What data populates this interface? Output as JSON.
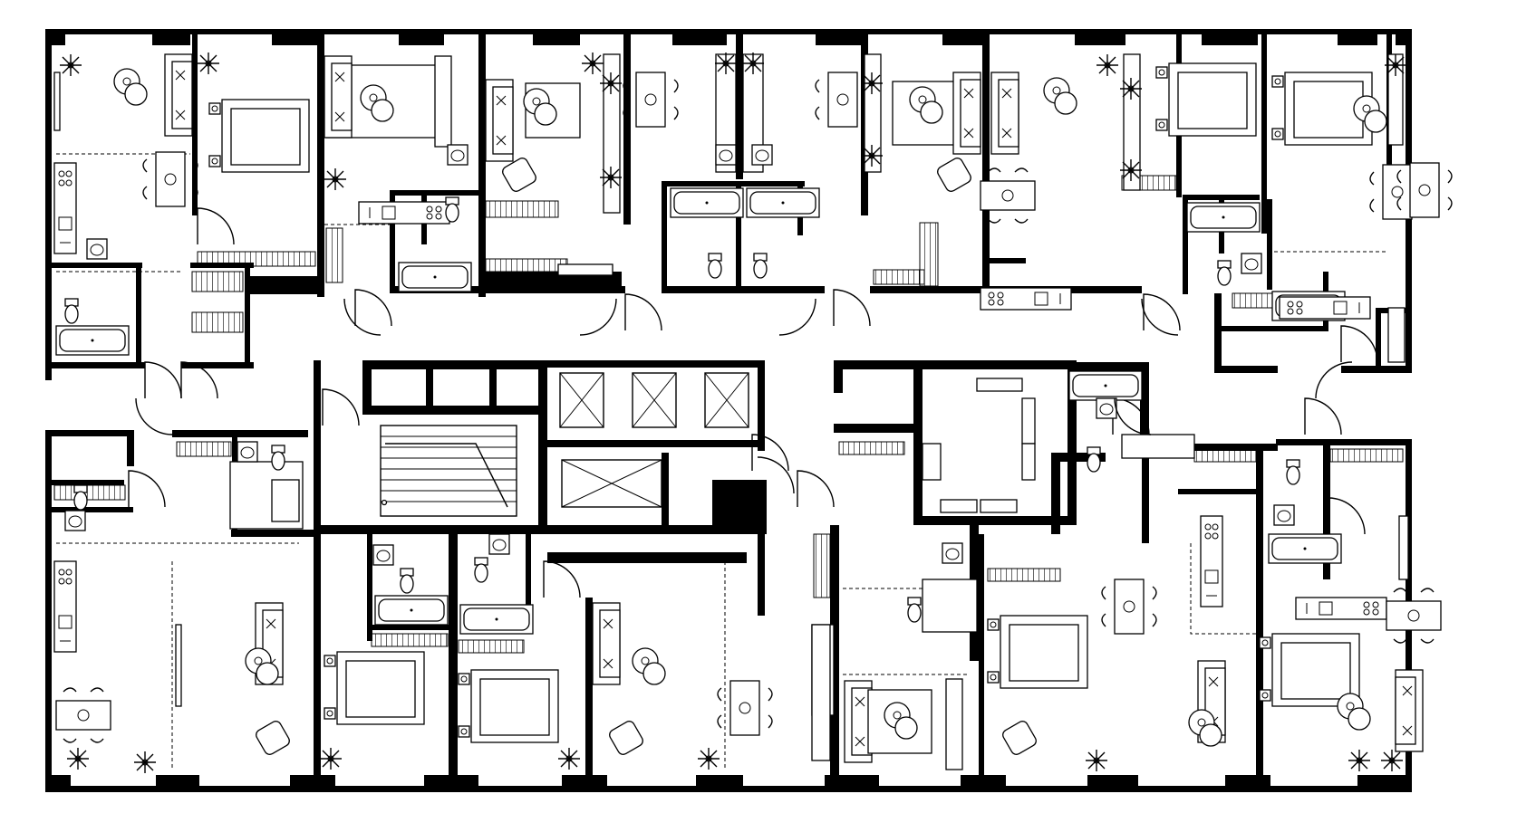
{
  "drawing": {
    "type": "architectural floor plan",
    "labels": []
  },
  "counts": {
    "units_top_row": 8,
    "units_bottom_row": 9,
    "elevator_shafts": 4,
    "stairwells": 1
  }
}
